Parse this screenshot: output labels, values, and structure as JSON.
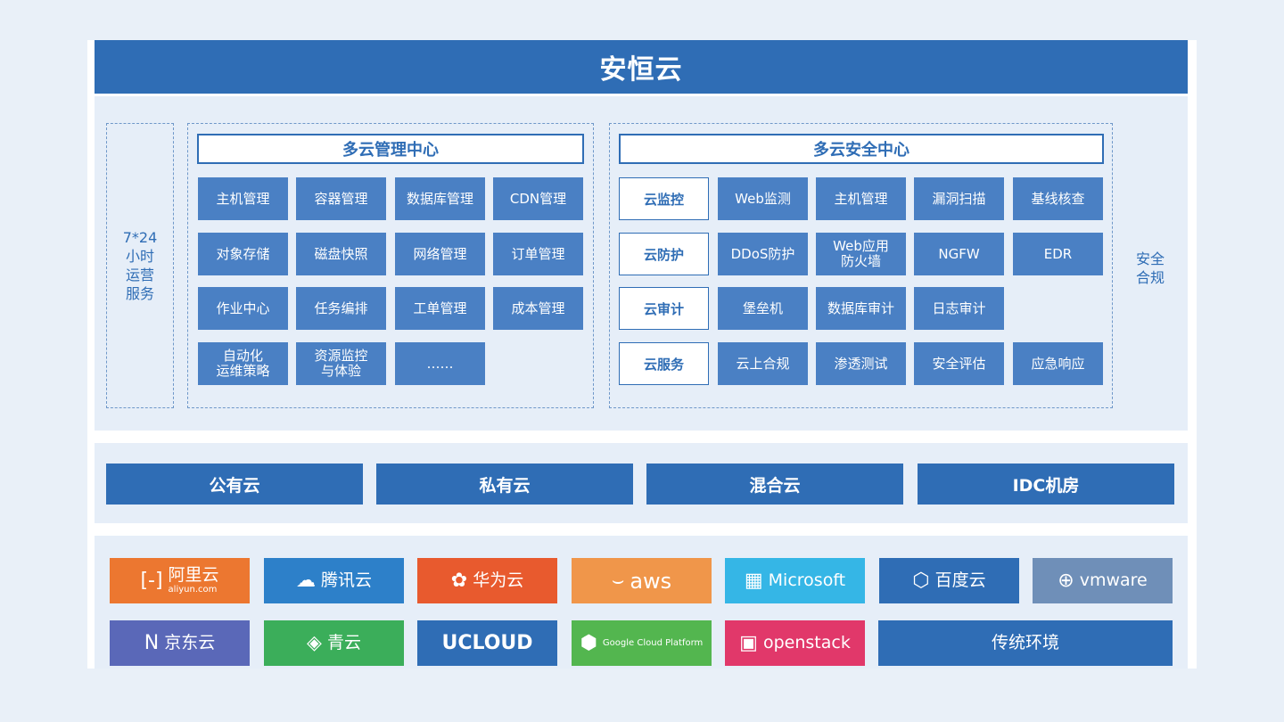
{
  "title": "安恒云",
  "ops_service": "7*24\n小时\n运营\n服务",
  "compliance": "安全\n合规",
  "mgmt_center": {
    "title": "多云管理中心",
    "tiles": [
      "主机管理",
      "容器管理",
      "数据库管理",
      "CDN管理",
      "对象存储",
      "磁盘快照",
      "网络管理",
      "订单管理",
      "作业中心",
      "任务编排",
      "工单管理",
      "成本管理",
      "自动化\n运维策略",
      "资源监控\n与体验",
      "……"
    ]
  },
  "sec_center": {
    "title": "多云安全中心",
    "rows": [
      {
        "label": "云监控",
        "items": [
          "Web监测",
          "主机管理",
          "漏洞扫描",
          "基线核查"
        ]
      },
      {
        "label": "云防护",
        "items": [
          "DDoS防护",
          "Web应用\n防火墙",
          "NGFW",
          "EDR"
        ]
      },
      {
        "label": "云审计",
        "items": [
          "堡垒机",
          "数据库审计",
          "日志审计"
        ]
      },
      {
        "label": "云服务",
        "items": [
          "云上合规",
          "渗透测试",
          "安全评估",
          "应急响应"
        ]
      }
    ]
  },
  "cloud_types": [
    "公有云",
    "私有云",
    "混合云",
    "IDC机房"
  ],
  "vendors": [
    {
      "name": "阿里云",
      "sub": "aliyun.com",
      "icon": "aliyun-icon",
      "glyph": "[-]",
      "color": "#ec7730"
    },
    {
      "name": "腾讯云",
      "icon": "tencent-cloud-icon",
      "glyph": "☁",
      "color": "#2d80c9"
    },
    {
      "name": "华为云",
      "icon": "huawei-icon",
      "glyph": "✿",
      "color": "#e85a2e"
    },
    {
      "name": "aws",
      "icon": "aws-smile-icon",
      "glyph": "⌣",
      "color": "#f0964a"
    },
    {
      "name": "Microsoft",
      "icon": "windows-icon",
      "glyph": "▦",
      "color": "#35b6e6"
    },
    {
      "name": "百度云",
      "icon": "baidu-cloud-icon",
      "glyph": "⬡",
      "color": "#2f6db5"
    },
    {
      "name": "vmware",
      "icon": "vmware-icon",
      "glyph": "⊕",
      "color": "#6f8fb8"
    },
    {
      "name": "京东云",
      "icon": "jd-cloud-icon",
      "glyph": "N",
      "color": "#5a68b8"
    },
    {
      "name": "青云",
      "icon": "qingcloud-icon",
      "glyph": "◈",
      "color": "#3bae5a"
    },
    {
      "name": "UCLOUD",
      "icon": "",
      "glyph": "",
      "color": "#2f6db5"
    },
    {
      "name": "Google Cloud Platform",
      "icon": "google-cloud-icon",
      "glyph": "⬢",
      "color": "#53b64f"
    },
    {
      "name": "openstack",
      "icon": "openstack-icon",
      "glyph": "▣",
      "color": "#e1386a"
    },
    {
      "name": "传统环境",
      "icon": "",
      "glyph": "",
      "color": "#2f6db5"
    }
  ]
}
